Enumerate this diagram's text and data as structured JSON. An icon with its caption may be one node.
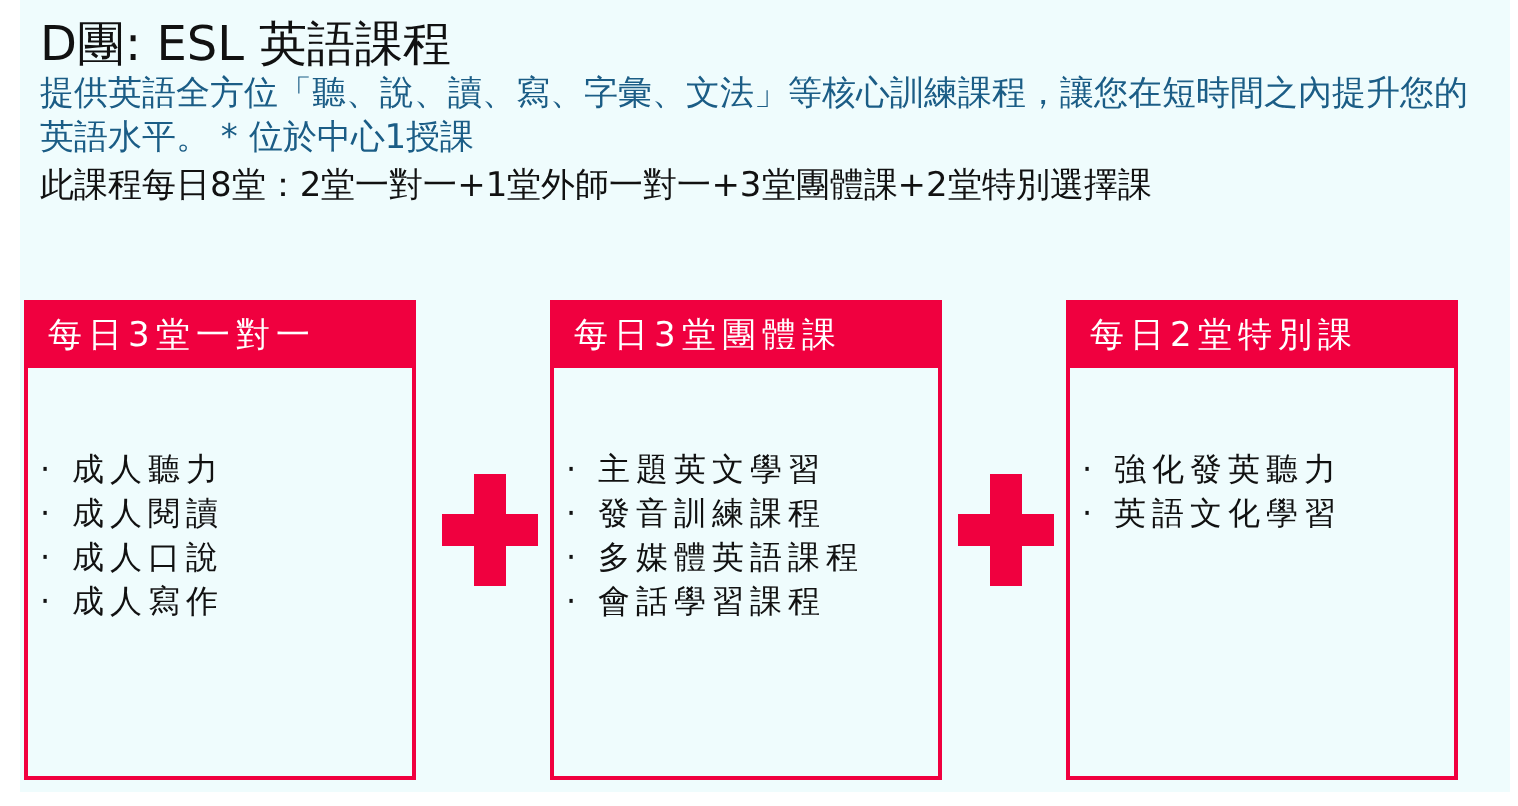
{
  "diagram": {
    "title": "D團: ESL 英語課程",
    "nodes": [
      {
        "text": [
          "每日3堂一對一",
          "· 成人聽力",
          "· 成人閱讀",
          "· 成人口說",
          "· 成人寫作"
        ]
      },
      {
        "text": [
          "每日3堂團體課",
          "· 主題英文學習",
          "· 發音訓練課程",
          "· 多媒體英語課程",
          "· 會話學習課程"
        ]
      },
      {
        "text": [
          "每日2堂特別課",
          "· 強化發英聽力",
          "· 英語文化學習"
        ]
      }
    ],
    "labels": [
      "提供英語全方位「聽、說、讀、寫、字彙、文法」等核心訓練課程，讓您在短時間之內提升您的英語水平。 * 位於中心1授課",
      "此課程每日8堂：2堂一對一+1堂外師一對一+3堂團體課+2堂特別選擇課"
    ]
  }
}
